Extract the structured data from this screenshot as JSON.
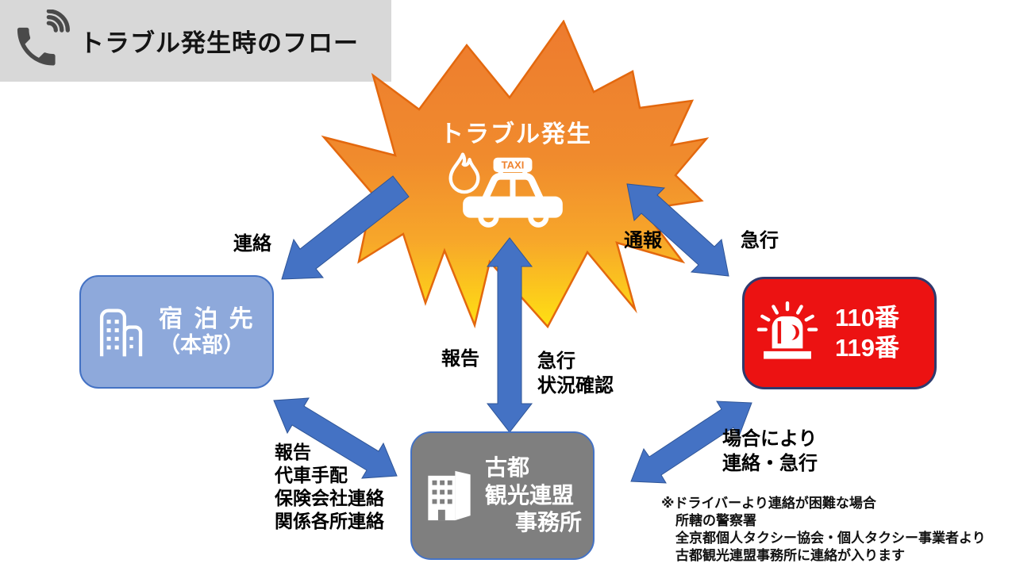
{
  "header": {
    "title": "トラブル発生時のフロー"
  },
  "explosion": {
    "title": "トラブル発生",
    "taxi_sign": "TAXI"
  },
  "nodes": {
    "lodging": {
      "line1": "宿 泊 先",
      "line2": "（本部）"
    },
    "police": {
      "line1": "110番",
      "line2": "119番"
    },
    "office": {
      "line1": "古都",
      "line2": "観光連盟",
      "line3": "事務所"
    }
  },
  "labels": {
    "contact": "連絡",
    "report_emergency": "通報",
    "rush_right": "急行",
    "report_center": "報告",
    "rush_center_line1": "急行",
    "rush_center_line2": "状況確認",
    "office_to_lodging": [
      "報告",
      "代車手配",
      "保険会社連絡",
      "関係各所連絡"
    ],
    "case_lines": [
      "場合により",
      "連絡・急行"
    ]
  },
  "note": {
    "lines": [
      "※ドライバーより連絡が困難な場合",
      "所轄の警察署",
      "全京都個人タクシー協会・個人タクシー事業者より",
      "古都観光連盟事務所に連絡が入ります"
    ]
  },
  "colors": {
    "arrow_blue": "#4472c4",
    "lodging_fill": "#8ea9db",
    "police_fill": "#ec1212",
    "office_fill": "#7f7f7f",
    "explosion_top": "#ed7b2f",
    "explosion_bottom": "#ffe013",
    "header_bg": "#d8d8d8"
  }
}
